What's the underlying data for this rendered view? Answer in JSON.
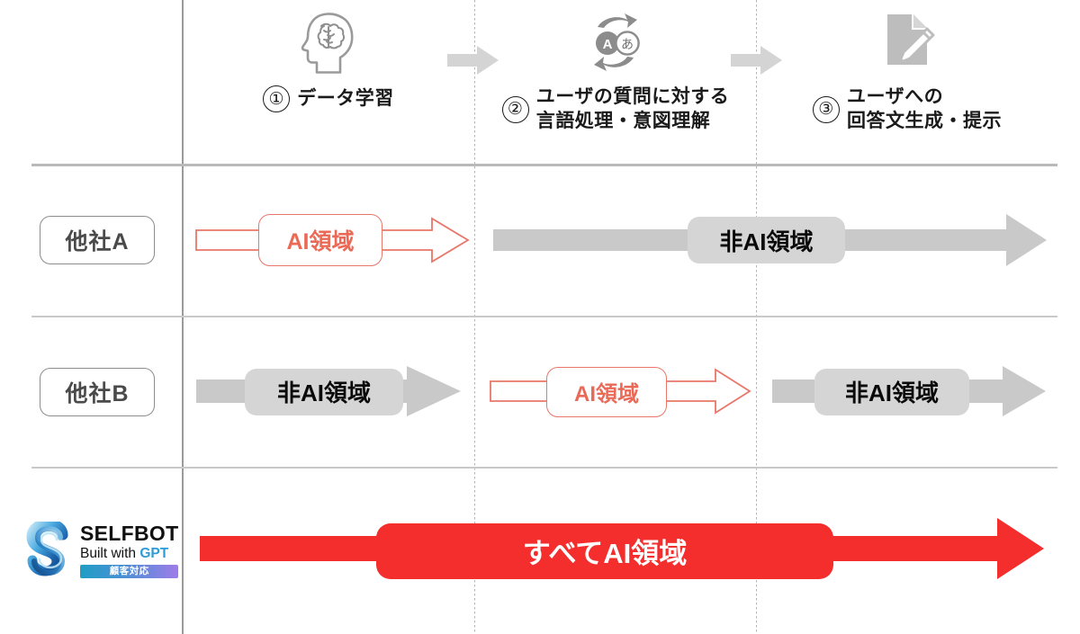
{
  "header": {
    "steps": [
      {
        "number": "①",
        "icon": "brain-head-icon",
        "lines": [
          "データ学習"
        ]
      },
      {
        "number": "②",
        "icon": "language-translate-icon",
        "lines": [
          "ユーザの質問に対する",
          "言語処理・意図理解"
        ]
      },
      {
        "number": "③",
        "icon": "document-pencil-icon",
        "lines": [
          "ユーザへの",
          "回答文生成・提示"
        ]
      }
    ],
    "step_connector_icon": "right-arrow-icon"
  },
  "rows": [
    {
      "label": "他社A",
      "segments": [
        {
          "column": 1,
          "type": "ai",
          "text": "AI領域",
          "arrow": "outline-arrow-right"
        },
        {
          "column": 2,
          "type": "non-ai",
          "text": "非AI領域",
          "arrow": "solid-arrow-right"
        }
      ]
    },
    {
      "label": "他社B",
      "segments": [
        {
          "column": 1,
          "type": "non-ai",
          "text": "非AI領域",
          "arrow": "solid-arrow-right"
        },
        {
          "column": 2,
          "type": "ai",
          "text": "AI領域",
          "arrow": "outline-arrow-right"
        },
        {
          "column": 3,
          "type": "non-ai",
          "text": "非AI領域",
          "arrow": "solid-arrow-right"
        }
      ]
    },
    {
      "label": "SELFBOT",
      "segments": [
        {
          "column": 0,
          "type": "all-ai",
          "text": "すべてAI領域",
          "arrow": "solid-arrow-right"
        }
      ]
    }
  ],
  "logo": {
    "name": "SELFBOT",
    "tagline_prefix": "Built with ",
    "tagline_brand": "GPT",
    "badge": "顧客対応",
    "mark_icon": "selfbot-swirl-s-icon"
  },
  "colors": {
    "ai_accent": "#ea6a57",
    "non_ai_gray": "#d5d5d5",
    "all_ai_red": "#f42d2d",
    "gpt_blue": "#2f9bd6",
    "rule_gray": "#b9b9b9"
  }
}
